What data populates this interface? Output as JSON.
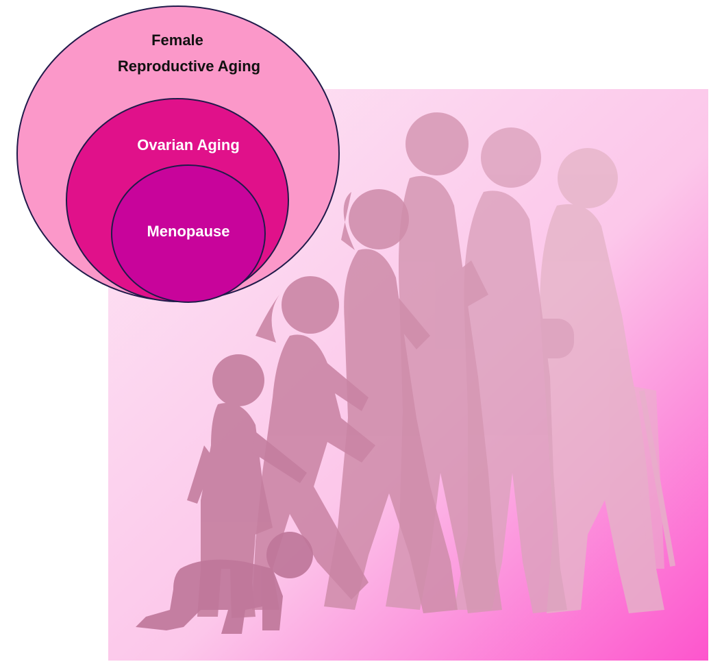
{
  "diagram": {
    "outer_label_line1": "Female",
    "outer_label_line2": "Reproductive Aging",
    "middle_label": "Ovarian Aging",
    "inner_label": "Menopause"
  },
  "colors": {
    "outer_fill": "#fb98c9",
    "middle_fill": "#e0118a",
    "inner_fill": "#c8049b",
    "circle_stroke": "#1f1a4a",
    "outer_text": "#111111",
    "inner_text": "#ffffff",
    "panel_light": "#fde3f4",
    "panel_dark": "#fd5bd0",
    "silhouette": "#cf8fac"
  },
  "illustration": {
    "subject": "silhouettes of a woman across life stages: crawling infant, girl, running teen, young woman, adult woman, elderly woman with cane"
  }
}
